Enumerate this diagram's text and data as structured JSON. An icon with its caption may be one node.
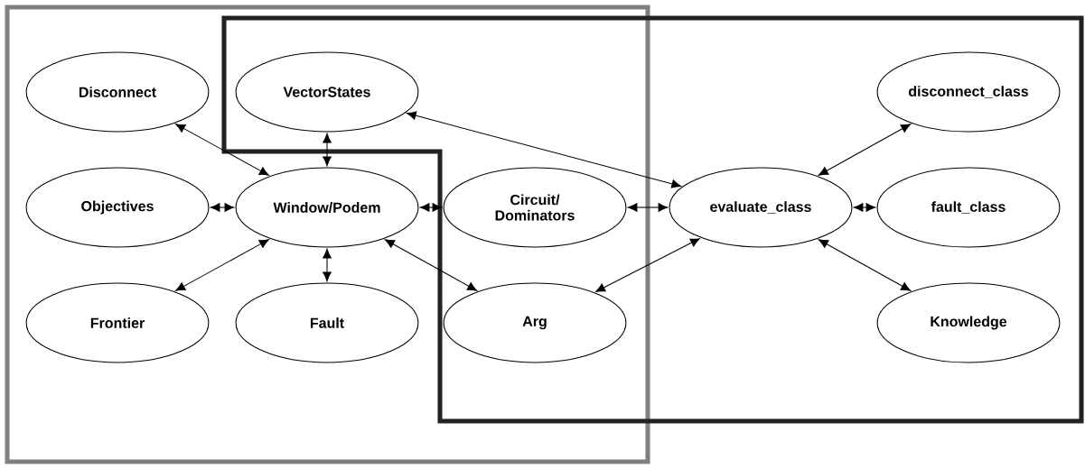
{
  "diagram": {
    "nodes": [
      {
        "text": [
          "Disconnect"
        ]
      },
      {
        "text": [
          "VectorStates"
        ]
      },
      {
        "text": [
          "disconnect_class"
        ]
      },
      {
        "text": [
          "Objectives"
        ]
      },
      {
        "text": [
          "Window/Podem"
        ]
      },
      {
        "text": [
          "Circuit/ Dominators"
        ]
      },
      {
        "text": [
          "evaluate_class"
        ]
      },
      {
        "text": [
          "fault_class"
        ]
      },
      {
        "text": [
          "Frontier"
        ]
      },
      {
        "text": [
          "Fault"
        ]
      },
      {
        "text": [
          "Arg"
        ]
      },
      {
        "text": [
          "Knowledge"
        ]
      }
    ],
    "edges": [
      {
        "from": 0,
        "to": 4,
        "arrow": "both"
      },
      {
        "from": 1,
        "to": 4,
        "arrow": "both"
      },
      {
        "from": 3,
        "to": 4,
        "arrow": "both"
      },
      {
        "from": 4,
        "to": 5,
        "arrow": "both"
      },
      {
        "from": 4,
        "to": 8,
        "arrow": "both"
      },
      {
        "from": 4,
        "to": 9,
        "arrow": "both"
      },
      {
        "from": 4,
        "to": 10,
        "arrow": "both"
      },
      {
        "from": 1,
        "to": 6,
        "arrow": "both"
      },
      {
        "from": 5,
        "to": 6,
        "arrow": "both"
      },
      {
        "from": 10,
        "to": 6,
        "arrow": "both"
      },
      {
        "from": 2,
        "to": 6,
        "arrow": "both"
      },
      {
        "from": 6,
        "to": 7,
        "arrow": "both"
      },
      {
        "from": 6,
        "to": 11,
        "arrow": "both"
      }
    ]
  }
}
